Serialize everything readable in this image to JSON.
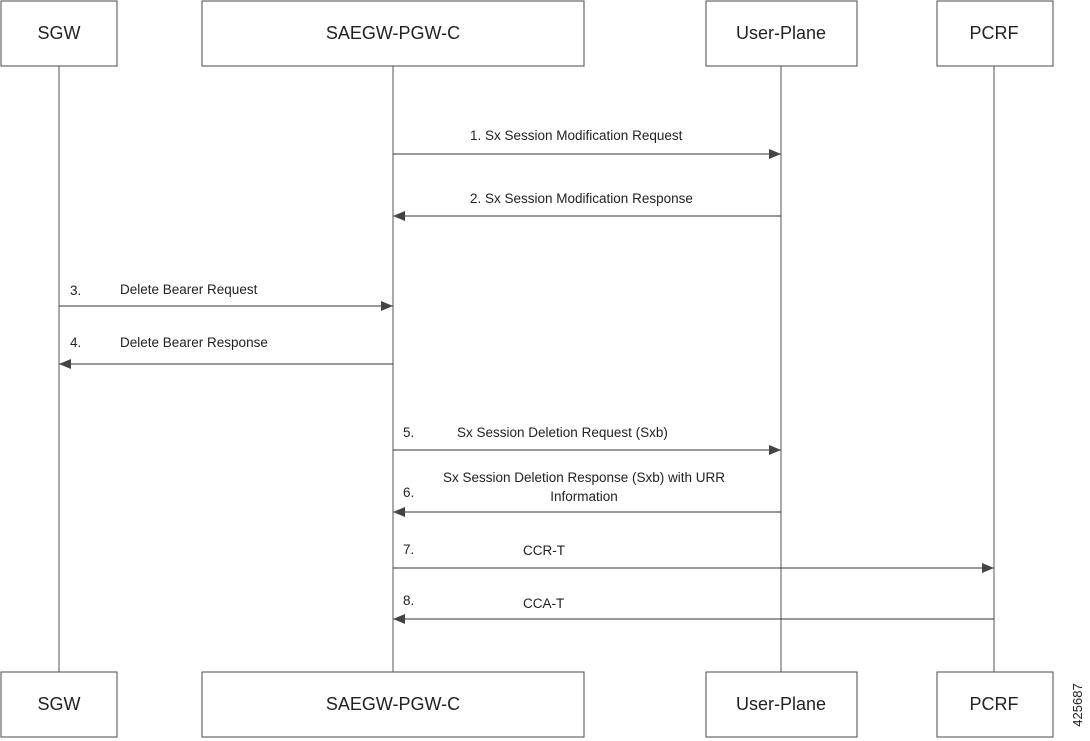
{
  "participants": [
    {
      "id": "sgw",
      "label": "SGW"
    },
    {
      "id": "pgwc",
      "label": "SAEGW-PGW-C"
    },
    {
      "id": "up",
      "label": "User-Plane"
    },
    {
      "id": "pcrf",
      "label": "PCRF"
    }
  ],
  "messages": [
    {
      "number": "1.",
      "label": "Sx Session Modification Request",
      "from": "pgwc",
      "to": "up"
    },
    {
      "number": "2.",
      "label": "Sx Session Modification Response",
      "from": "up",
      "to": "pgwc"
    },
    {
      "number": "3.",
      "label": "Delete Bearer Request",
      "from": "sgw",
      "to": "pgwc"
    },
    {
      "number": "4.",
      "label": "Delete Bearer Response",
      "from": "pgwc",
      "to": "sgw"
    },
    {
      "number": "5.",
      "label": "Sx Session Deletion Request (Sxb)",
      "from": "pgwc",
      "to": "up"
    },
    {
      "number": "6.",
      "label": "Sx Session Deletion Response (Sxb) with URR Information",
      "label_line1": "Sx Session Deletion Response (Sxb) with URR",
      "label_line2": "Information",
      "from": "up",
      "to": "pgwc"
    },
    {
      "number": "7.",
      "label": "CCR-T",
      "from": "pgwc",
      "to": "pcrf"
    },
    {
      "number": "8.",
      "label": "CCA-T",
      "from": "pcrf",
      "to": "pgwc"
    }
  ],
  "figure_id": "425687"
}
